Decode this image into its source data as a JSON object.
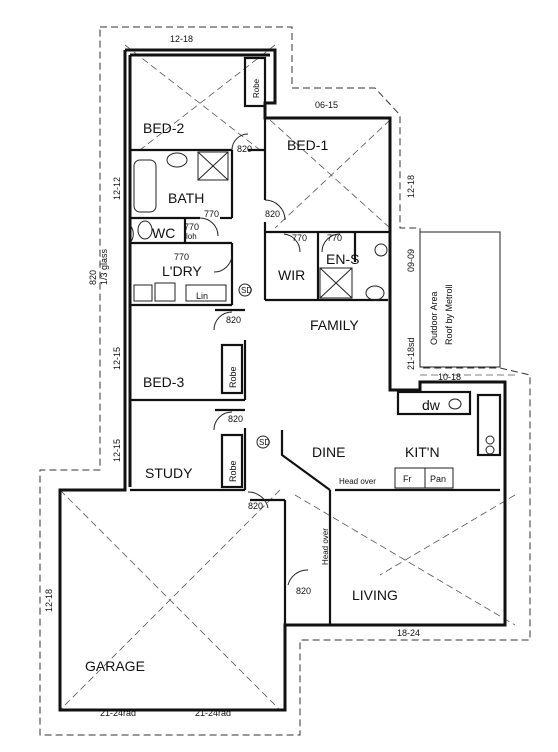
{
  "rooms": {
    "bed2": "BED-2",
    "bed1": "BED-1",
    "bath": "BATH",
    "wc": "WC",
    "laundry": "L'DRY",
    "wir": "WIR",
    "ens": "EN-S",
    "family": "FAMILY",
    "bed3": "BED-3",
    "study": "STUDY",
    "dine": "DINE",
    "kitchen": "KIT'N",
    "garage": "GARAGE",
    "living": "LIVING"
  },
  "fixtures": {
    "robe": "Robe",
    "lin": "Lin",
    "dw": "dw",
    "fr": "Fr",
    "pan": "Pan",
    "head_over": "Head over",
    "head_over_vertical": "Head over",
    "sd": "SD",
    "loh": "loh"
  },
  "outdoor": {
    "line1": "Outdoor Area",
    "line2": "Roof by Metroll"
  },
  "dimensions": {
    "top_bed2": "12-18",
    "bed1_top": "06-15",
    "bed1_right": "12-18",
    "ens_right": "09-09",
    "family_right": "21-18sd",
    "kitchen_top": "10-18",
    "living_bottom": "18-24",
    "bath_left": "12-12",
    "left_glass_a": "820",
    "left_glass_b": "1/3 glass",
    "bed3_left": "12-15",
    "study_left": "12-15",
    "garage_left": "12-18",
    "garage_door_a": "21-24rad",
    "garage_door_b": "21-24rad"
  },
  "doors": {
    "bed2": "820",
    "bed1": "820",
    "bath": "770",
    "wc": "770",
    "laundry": "770",
    "wir": "770",
    "ens": "770",
    "bed3": "820",
    "study": "820",
    "garage": "820",
    "living": "820"
  }
}
